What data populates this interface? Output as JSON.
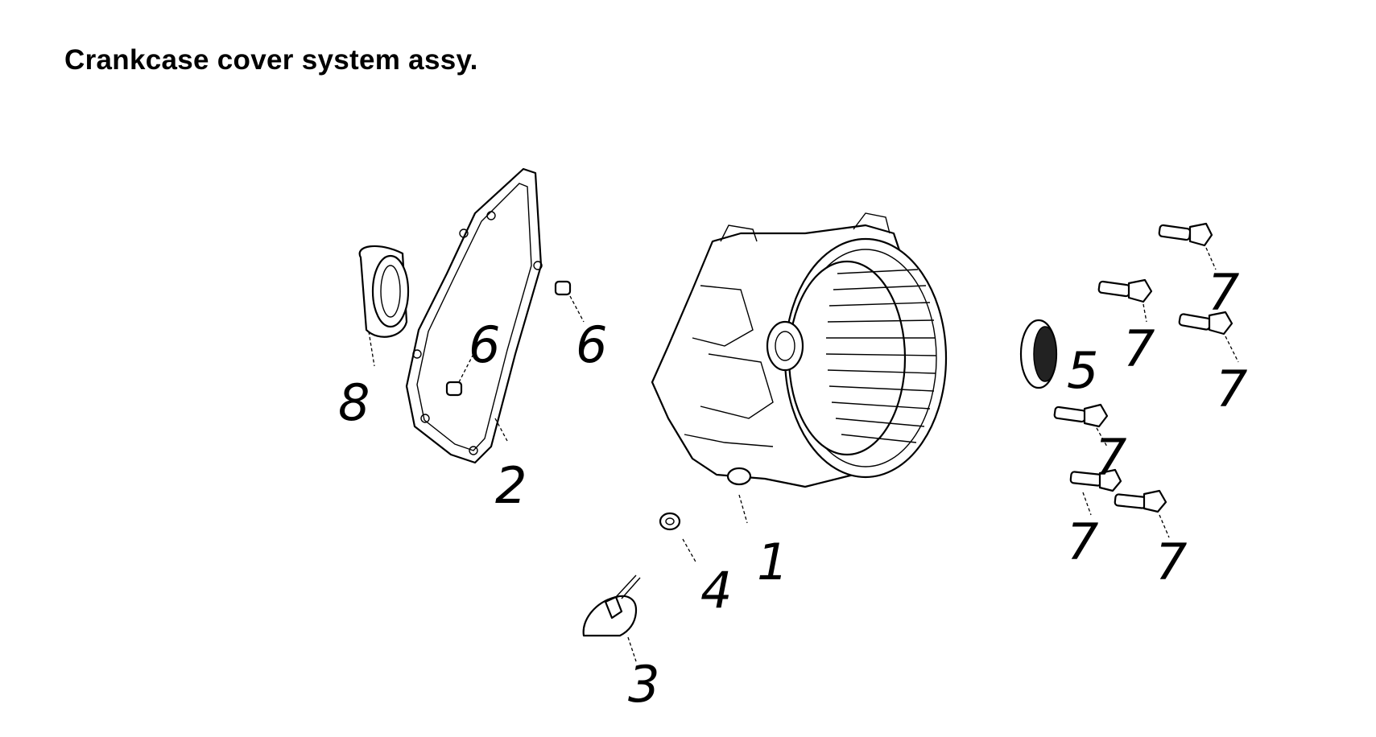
{
  "title": "Crankcase cover system assy.",
  "callouts": {
    "c1": "1",
    "c2": "2",
    "c3": "3",
    "c4": "4",
    "c5": "5",
    "c6a": "6",
    "c6b": "6",
    "c7a": "7",
    "c7b": "7",
    "c7c": "7",
    "c7d": "7",
    "c7e": "7",
    "c7f": "7",
    "c8": "8"
  }
}
